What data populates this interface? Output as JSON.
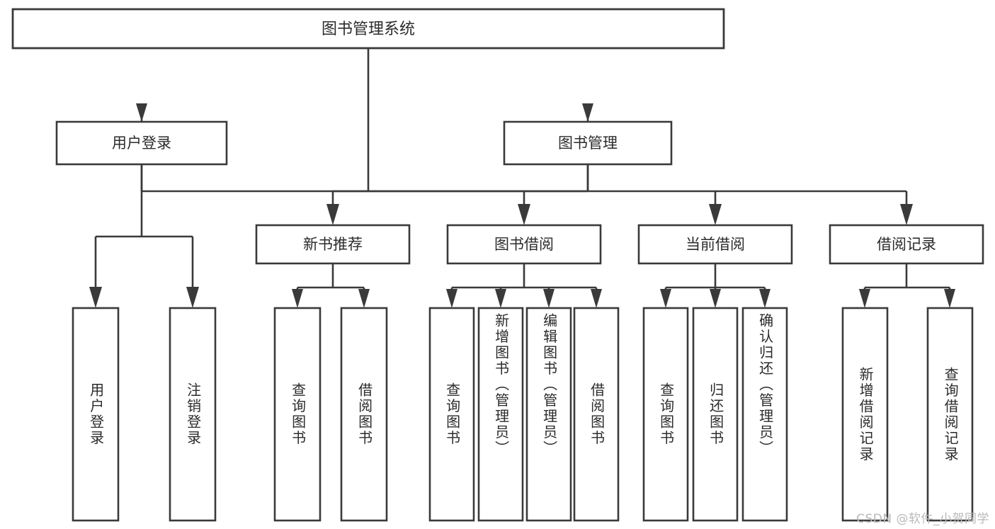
{
  "diagram": {
    "type": "tree",
    "title": "图书管理系统",
    "orientation": "top-down",
    "colors": {
      "stroke": "#3a3a3a",
      "box_fill": "#ffffff",
      "text": "#2b2b2b",
      "background": "#ffffff",
      "watermark": "#b9b9b9"
    },
    "root": {
      "label": "图书管理系统"
    },
    "level1": [
      {
        "label": "用户登录"
      },
      {
        "label": "图书管理"
      }
    ],
    "level2": [
      {
        "label": "新书推荐"
      },
      {
        "label": "图书借阅"
      },
      {
        "label": "当前借阅"
      },
      {
        "label": "借阅记录"
      }
    ],
    "leaves": {
      "user_login": [
        {
          "label": "用户登录"
        },
        {
          "label": "注销登录"
        }
      ],
      "new_book_recommend": [
        {
          "label": "查询图书"
        },
        {
          "label": "借阅图书"
        }
      ],
      "book_borrow": [
        {
          "label": "查询图书"
        },
        {
          "label": "新增图书（管理员）"
        },
        {
          "label": "编辑图书（管理员）"
        },
        {
          "label": "借阅图书"
        }
      ],
      "current_borrow": [
        {
          "label": "查询图书"
        },
        {
          "label": "归还图书"
        },
        {
          "label": "确认归还（管理员）"
        }
      ],
      "borrow_record": [
        {
          "label": "新增借阅记录"
        },
        {
          "label": "查询借阅记录"
        }
      ]
    },
    "watermark": "CSDN @软件_小贺同学"
  }
}
